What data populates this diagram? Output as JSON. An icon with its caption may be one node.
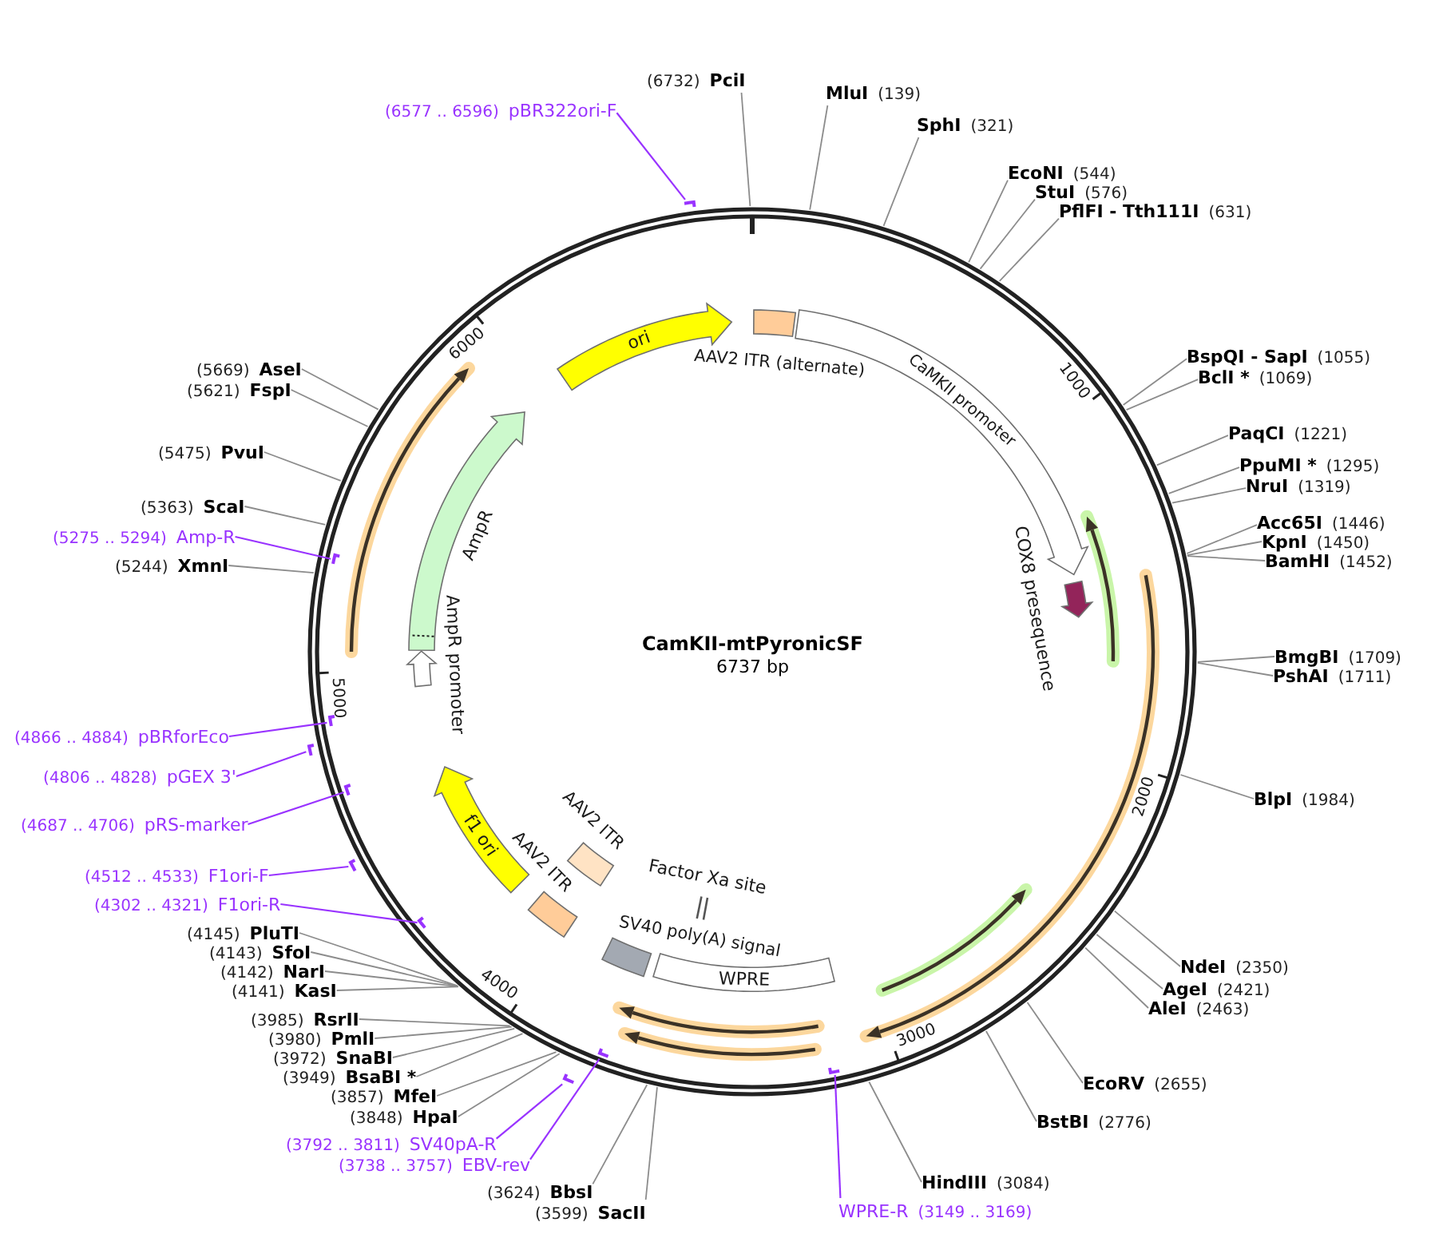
{
  "diagram": {
    "title": "CamKII-mtPyronicSF",
    "nodes": [
      {
        "text": [
          "ori"
        ]
      },
      {
        "text": [
          "AAV2 ITR (alternate)"
        ]
      },
      {
        "text": [
          "CaMKII promoter"
        ]
      },
      {
        "text": [
          "COX8 presequence"
        ]
      },
      {
        "text": [
          "AmpR"
        ]
      },
      {
        "text": [
          "AmpR promoter"
        ]
      },
      {
        "text": [
          "f1 ori"
        ]
      },
      {
        "text": [
          "AAV2 ITR"
        ]
      },
      {
        "text": [
          "AAV2 ITR"
        ]
      },
      {
        "text": [
          "Factor Xa site"
        ]
      },
      {
        "text": [
          "SV40 poly(A) signal"
        ]
      },
      {
        "text": [
          "WPRE"
        ]
      },
      {
        "text": [
          "(6577 .. 6596)",
          "pBR322ori-F"
        ]
      },
      {
        "text": [],
        "shape": "bar"
      },
      {
        "text": [
          "(6732)",
          "PciI"
        ]
      },
      {
        "text": [
          "MluI",
          "(139)"
        ]
      },
      {
        "text": [
          "SphI",
          "(321)"
        ]
      },
      {
        "text": [
          "EcoNI",
          "(544)"
        ]
      },
      {
        "text": [
          "StuI",
          "(576)"
        ]
      },
      {
        "text": [
          "PflFI - Tth111I",
          "(631)"
        ]
      },
      {
        "text": [
          "BspQI - SapI",
          "(1055)"
        ]
      },
      {
        "text": [
          "BclI *",
          "(1069)"
        ]
      },
      {
        "text": [
          "PaqCI",
          "(1221)"
        ]
      },
      {
        "text": [
          "PpuMI *",
          "(1295)"
        ]
      },
      {
        "text": [
          "NruI",
          "(1319)"
        ]
      },
      {
        "text": [
          "Acc65I",
          "(1446)"
        ]
      },
      {
        "text": [
          "KpnI",
          "(1450)"
        ]
      },
      {
        "text": [
          "BamHI",
          "(1452)"
        ]
      },
      {
        "text": [
          "BmgBI",
          "(1709)"
        ]
      },
      {
        "text": [
          "PshAI",
          "(1711)"
        ]
      },
      {
        "text": [
          "BlpI",
          "(1984)"
        ]
      },
      {
        "text": [
          "NdeI",
          "(2350)"
        ]
      },
      {
        "text": [
          "AgeI",
          "(2421)"
        ]
      },
      {
        "text": [
          "AleI",
          "(2463)"
        ]
      },
      {
        "text": [
          "EcoRV",
          "(2655)"
        ]
      },
      {
        "text": [
          "BstBI",
          "(2776)"
        ]
      },
      {
        "text": [
          "HindIII",
          "(3084)"
        ]
      },
      {
        "text": [
          "WPRE-R",
          "(3149 .. 3169)"
        ]
      },
      {
        "text": [],
        "shape": "bar"
      },
      {
        "text": [
          "(3599)",
          "SacII"
        ]
      },
      {
        "text": [
          "(3624)",
          "BbsI"
        ]
      },
      {
        "text": [
          "(3738 .. 3757)",
          "EBV-rev"
        ]
      },
      {
        "text": [],
        "shape": "bar"
      },
      {
        "text": [
          "(3792 .. 3811)",
          "SV40pA-R"
        ]
      },
      {
        "text": [],
        "shape": "bar"
      },
      {
        "text": [
          "(3848)",
          "HpaI"
        ]
      },
      {
        "text": [
          "(3857)",
          "MfeI"
        ]
      },
      {
        "text": [
          "(3949)",
          "BsaBI *"
        ]
      },
      {
        "text": [
          "(3972)",
          "SnaBI"
        ]
      },
      {
        "text": [
          "(3980)",
          "PmlI"
        ]
      },
      {
        "text": [
          "(3985)",
          "RsrII"
        ]
      },
      {
        "text": [
          "(4141)",
          "KasI"
        ]
      },
      {
        "text": [
          "(4142)",
          "NarI"
        ]
      },
      {
        "text": [
          "(4143)",
          "SfoI"
        ]
      },
      {
        "text": [
          "(4145)",
          "PluTI"
        ]
      },
      {
        "text": [
          "(4302 .. 4321)",
          "F1ori-R"
        ]
      },
      {
        "text": [],
        "shape": "bar"
      },
      {
        "text": [
          "(4512 .. 4533)",
          "F1ori-F"
        ]
      },
      {
        "text": [],
        "shape": "bar"
      },
      {
        "text": [
          "(4687 .. 4706)",
          "pRS-marker"
        ]
      },
      {
        "text": [],
        "shape": "bar"
      },
      {
        "text": [
          "(4806 .. 4828)",
          "pGEX 3'"
        ]
      },
      {
        "text": [],
        "shape": "bar"
      },
      {
        "text": [
          "(4866 .. 4884)",
          "pBRforEco"
        ]
      },
      {
        "text": [],
        "shape": "bar"
      },
      {
        "text": [
          "(5244)",
          "XmnI"
        ]
      },
      {
        "text": [
          "(5275 .. 5294)",
          "Amp-R"
        ]
      },
      {
        "text": [],
        "shape": "bar"
      },
      {
        "text": [
          "(5363)",
          "ScaI"
        ]
      },
      {
        "text": [
          "(5475)",
          "PvuI"
        ]
      },
      {
        "text": [
          "(5621)",
          "FspI"
        ]
      },
      {
        "text": [
          "(5669)",
          "AseI"
        ]
      }
    ],
    "edges": [
      {
        "from": 12,
        "to": 13,
        "arrow": "none",
        "color": "#9933ff"
      },
      {
        "from": 14,
        "to": null,
        "arrow": "none"
      },
      {
        "from": 15,
        "to": null,
        "arrow": "none"
      },
      {
        "from": 16,
        "to": null,
        "arrow": "none"
      },
      {
        "from": 17,
        "to": null,
        "arrow": "none"
      },
      {
        "from": 18,
        "to": null,
        "arrow": "none"
      },
      {
        "from": 19,
        "to": null,
        "arrow": "none"
      },
      {
        "from": 20,
        "to": null,
        "arrow": "none"
      },
      {
        "from": 21,
        "to": null,
        "arrow": "none"
      },
      {
        "from": 22,
        "to": null,
        "arrow": "none"
      },
      {
        "from": 23,
        "to": null,
        "arrow": "none"
      },
      {
        "from": 24,
        "to": null,
        "arrow": "none"
      },
      {
        "from": 25,
        "to": null,
        "arrow": "none"
      },
      {
        "from": 26,
        "to": null,
        "arrow": "none"
      },
      {
        "from": 27,
        "to": null,
        "arrow": "none"
      },
      {
        "from": 28,
        "to": null,
        "arrow": "none"
      },
      {
        "from": 29,
        "to": null,
        "arrow": "none"
      },
      {
        "from": 30,
        "to": null,
        "arrow": "none"
      },
      {
        "from": 31,
        "to": null,
        "arrow": "none"
      },
      {
        "from": 32,
        "to": null,
        "arrow": "none"
      },
      {
        "from": 33,
        "to": null,
        "arrow": "none"
      },
      {
        "from": 34,
        "to": null,
        "arrow": "none"
      },
      {
        "from": 35,
        "to": null,
        "arrow": "none"
      },
      {
        "from": 36,
        "to": null,
        "arrow": "none"
      },
      {
        "from": 37,
        "to": 38,
        "arrow": "none",
        "color": "#9933ff"
      },
      {
        "from": 39,
        "to": null,
        "arrow": "none"
      },
      {
        "from": 40,
        "to": null,
        "arrow": "none"
      },
      {
        "from": 41,
        "to": 42,
        "arrow": "none",
        "color": "#9933ff"
      },
      {
        "from": 43,
        "to": 44,
        "arrow": "none",
        "color": "#9933ff"
      },
      {
        "from": 45,
        "to": null,
        "arrow": "none"
      },
      {
        "from": 46,
        "to": null,
        "arrow": "none"
      },
      {
        "from": 47,
        "to": null,
        "arrow": "none"
      },
      {
        "from": 48,
        "to": null,
        "arrow": "none"
      },
      {
        "from": 49,
        "to": null,
        "arrow": "none"
      },
      {
        "from": 50,
        "to": null,
        "arrow": "none"
      },
      {
        "from": 51,
        "to": null,
        "arrow": "none"
      },
      {
        "from": 52,
        "to": null,
        "arrow": "none"
      },
      {
        "from": 53,
        "to": null,
        "arrow": "none"
      },
      {
        "from": 54,
        "to": null,
        "arrow": "none"
      },
      {
        "from": 55,
        "to": 56,
        "arrow": "none",
        "color": "#9933ff"
      },
      {
        "from": 57,
        "to": 58,
        "arrow": "none",
        "color": "#9933ff"
      },
      {
        "from": 59,
        "to": 60,
        "arrow": "none",
        "color": "#9933ff"
      },
      {
        "from": 61,
        "to": 62,
        "arrow": "none",
        "color": "#9933ff"
      },
      {
        "from": 63,
        "to": 64,
        "arrow": "none",
        "color": "#9933ff"
      },
      {
        "from": 65,
        "to": null,
        "arrow": "none"
      },
      {
        "from": 66,
        "to": 67,
        "arrow": "none",
        "color": "#9933ff"
      },
      {
        "from": 68,
        "to": null,
        "arrow": "none"
      },
      {
        "from": 69,
        "to": null,
        "arrow": "none"
      },
      {
        "from": 70,
        "to": null,
        "arrow": "none"
      },
      {
        "from": 71,
        "to": null,
        "arrow": "none"
      }
    ],
    "labels": [
      "6737 bp",
      "1000",
      "2000",
      "3000",
      "4000",
      "5000",
      "6000"
    ]
  }
}
